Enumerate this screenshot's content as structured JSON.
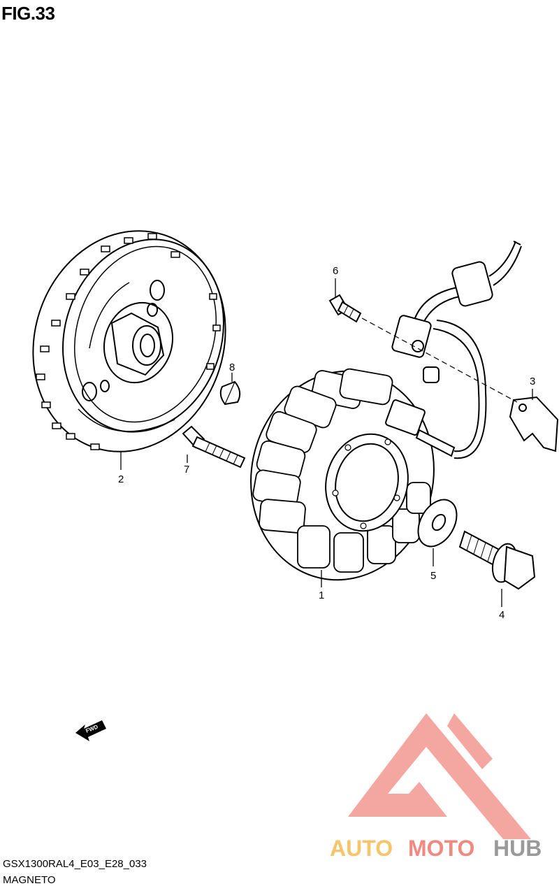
{
  "figure": {
    "title": "FIG.33",
    "model_code": "GSX1300RAL4_E03_E28_033",
    "section_name": "MAGNETO",
    "fwd_marker": "FWD"
  },
  "parts": [
    {
      "ref": "1",
      "part": "stator"
    },
    {
      "ref": "2",
      "part": "rotor"
    },
    {
      "ref": "3",
      "part": "clamp"
    },
    {
      "ref": "4",
      "part": "bolt"
    },
    {
      "ref": "5",
      "part": "washer"
    },
    {
      "ref": "6",
      "part": "screw"
    },
    {
      "ref": "7",
      "part": "bolt"
    },
    {
      "ref": "8",
      "part": "key"
    }
  ],
  "watermark": {
    "brand_part1": "AUTO",
    "brand_part2": "MOTO",
    "brand_part3": "HUB",
    "colors": {
      "triangle": "#f08a80",
      "part1": "#f6c46a",
      "part2": "#f08a80",
      "part3": "#9a9a9a"
    }
  }
}
